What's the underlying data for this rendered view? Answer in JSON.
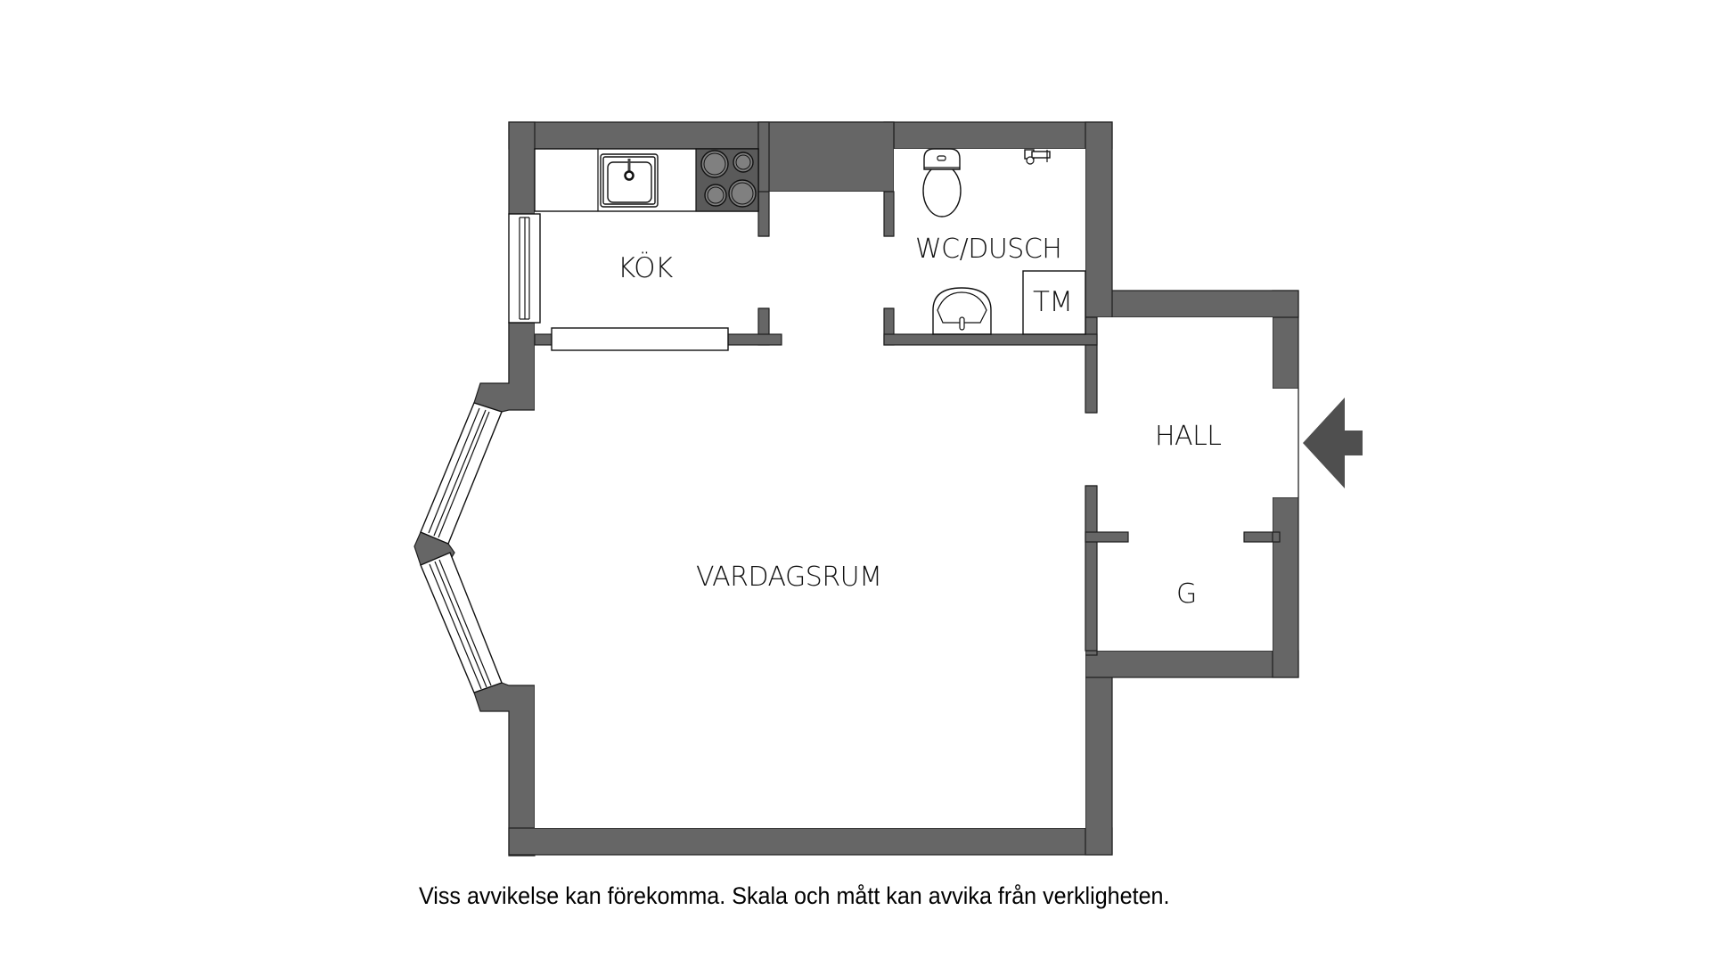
{
  "plan": {
    "colors": {
      "wall": "#666666",
      "stove": "#5a5a5a",
      "burner": "#808080",
      "background": "#ffffff"
    },
    "rooms": [
      {
        "id": "kok",
        "label": "KÖK"
      },
      {
        "id": "wc",
        "label": "WC/DUSCH"
      },
      {
        "id": "tm",
        "label": "TM"
      },
      {
        "id": "hall",
        "label": "HALL"
      },
      {
        "id": "vardagsrum",
        "label": "VARDAGSRUM"
      },
      {
        "id": "g",
        "label": "G"
      }
    ],
    "entrance_icon": "entrance-arrow-icon"
  },
  "footer": {
    "disclaimer": "Viss avvikelse kan förekomma. Skala och mått kan avvika från verkligheten."
  }
}
